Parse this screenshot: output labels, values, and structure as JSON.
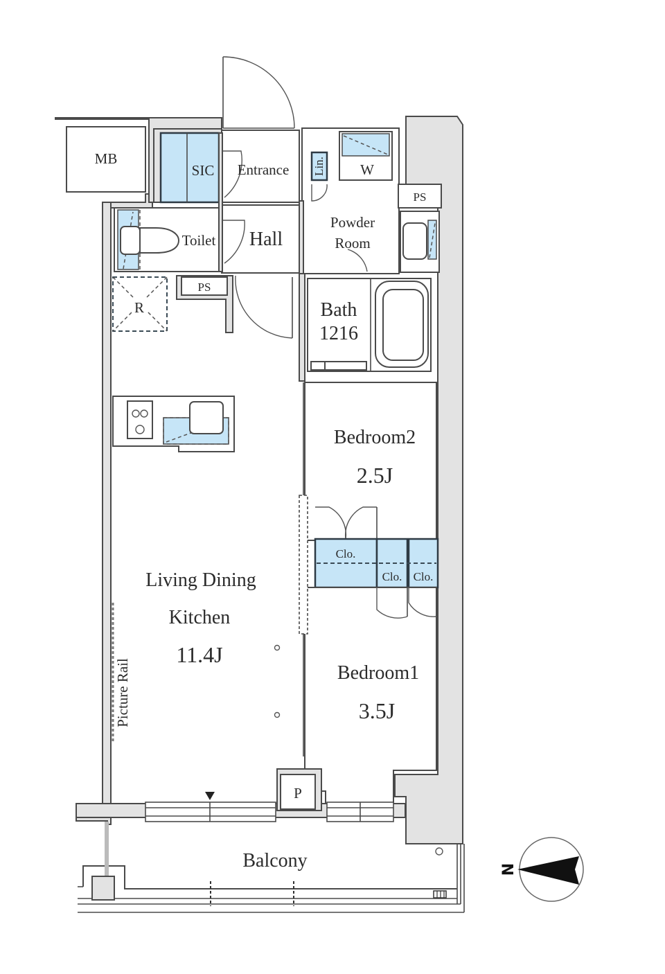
{
  "floorplan": {
    "rooms": {
      "mb": {
        "label": "MB"
      },
      "sic": {
        "label": "SIC"
      },
      "entrance": {
        "label": "Entrance"
      },
      "laundry_small": {
        "label": "Lin."
      },
      "washer": {
        "label": "W"
      },
      "ps_top": {
        "label": "PS"
      },
      "toilet": {
        "label": "Toilet"
      },
      "hall": {
        "label": "Hall"
      },
      "powder_room": {
        "line1": "Powder",
        "line2": "Room"
      },
      "refrigerator": {
        "label": "R"
      },
      "ps_mid": {
        "label": "PS"
      },
      "bath": {
        "line1": "Bath",
        "line2": "1216"
      },
      "bedroom2": {
        "label": "Bedroom2",
        "area": "2.5J"
      },
      "closet_main": {
        "label": "Clo."
      },
      "closet_mid": {
        "label": "Clo."
      },
      "closet_right": {
        "label": "Clo."
      },
      "ldk": {
        "line1": "Living Dining",
        "line2": "Kitchen",
        "area": "11.4J"
      },
      "picture_rail": {
        "label": "Picture Rail"
      },
      "bedroom1": {
        "label": "Bedroom1",
        "area": "3.5J"
      },
      "pipe_space": {
        "label": "P"
      },
      "balcony": {
        "label": "Balcony"
      }
    },
    "compass": {
      "label": "N"
    },
    "colors": {
      "storage_fill": "#c6e5f7",
      "wall_fill": "#e3e3e3",
      "line": "#4a4a4a"
    }
  }
}
